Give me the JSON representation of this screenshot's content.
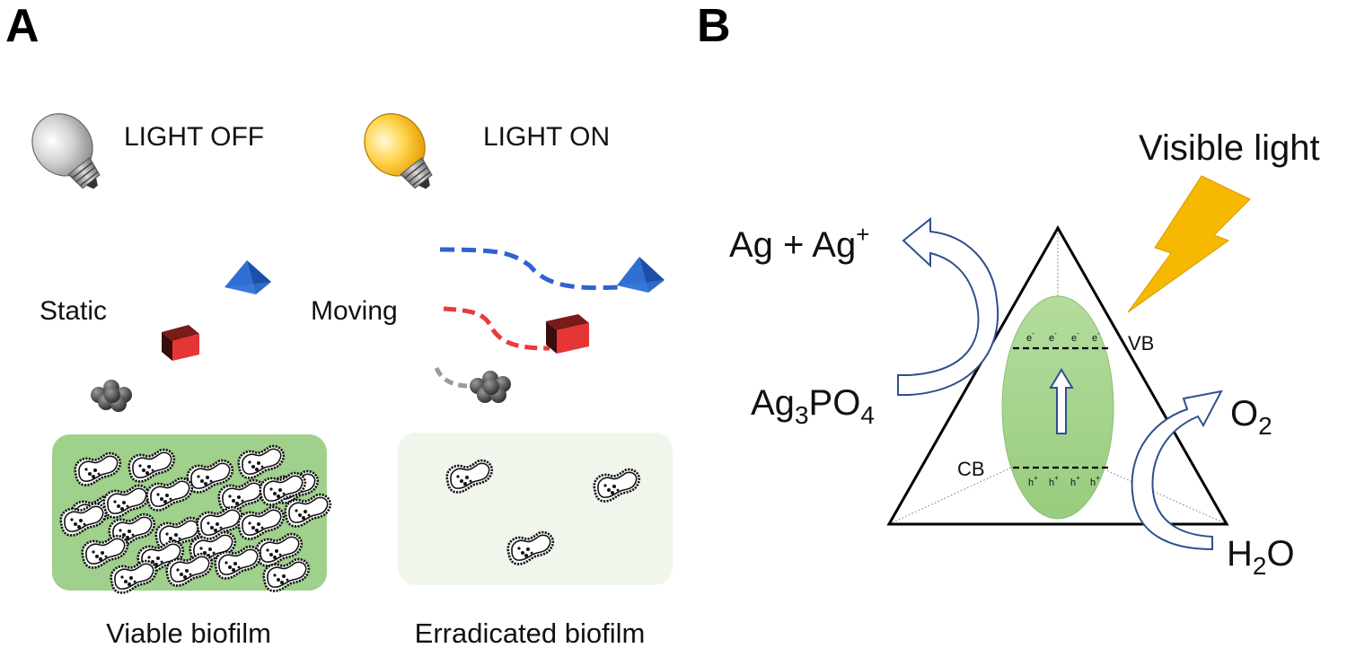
{
  "panels": {
    "a": {
      "letter": "A",
      "light_off_label": "LIGHT OFF",
      "light_on_label": "LIGHT ON",
      "static_label": "Static",
      "moving_label": "Moving",
      "viable_label": "Viable biofilm",
      "eradicated_label": "Erradicated biofilm"
    },
    "b": {
      "letter": "B",
      "visible_light_label": "Visible light",
      "ag_label": "Ag + Ag",
      "ag_sup": "+",
      "ag3po4": {
        "a": "Ag",
        "s1": "3",
        "b": "PO",
        "s2": "4"
      },
      "o2": {
        "a": "O",
        "s": "2"
      },
      "h2o": {
        "a": "H",
        "s": "2",
        "b": "O"
      },
      "vb_label": "VB",
      "cb_label": "CB",
      "electrons": [
        "e",
        "e",
        "e",
        "e"
      ],
      "electron_sup": "-",
      "holes": [
        "h",
        "h",
        "h",
        "h"
      ],
      "hole_sup": "+"
    }
  },
  "colors": {
    "biofilm_green": "#9fd08c",
    "faded_green": "#f1f6ec",
    "ellipse_green": "#a8d68f",
    "arrow_blue": "#2f4f8f",
    "bolt_yellow": "#f6b800",
    "cube_red": "#e63535",
    "pyramid_blue": "#2f6fd1",
    "dash_blue": "#2e62d0",
    "dash_red": "#e83c3c",
    "dash_gray": "#9a9a9a"
  },
  "icons": [
    "bulb-off-icon",
    "bulb-on-icon",
    "pyramid-icon",
    "cube-icon",
    "nanoparticle-cluster-icon",
    "bacterium-icon",
    "lightning-bolt-icon"
  ]
}
